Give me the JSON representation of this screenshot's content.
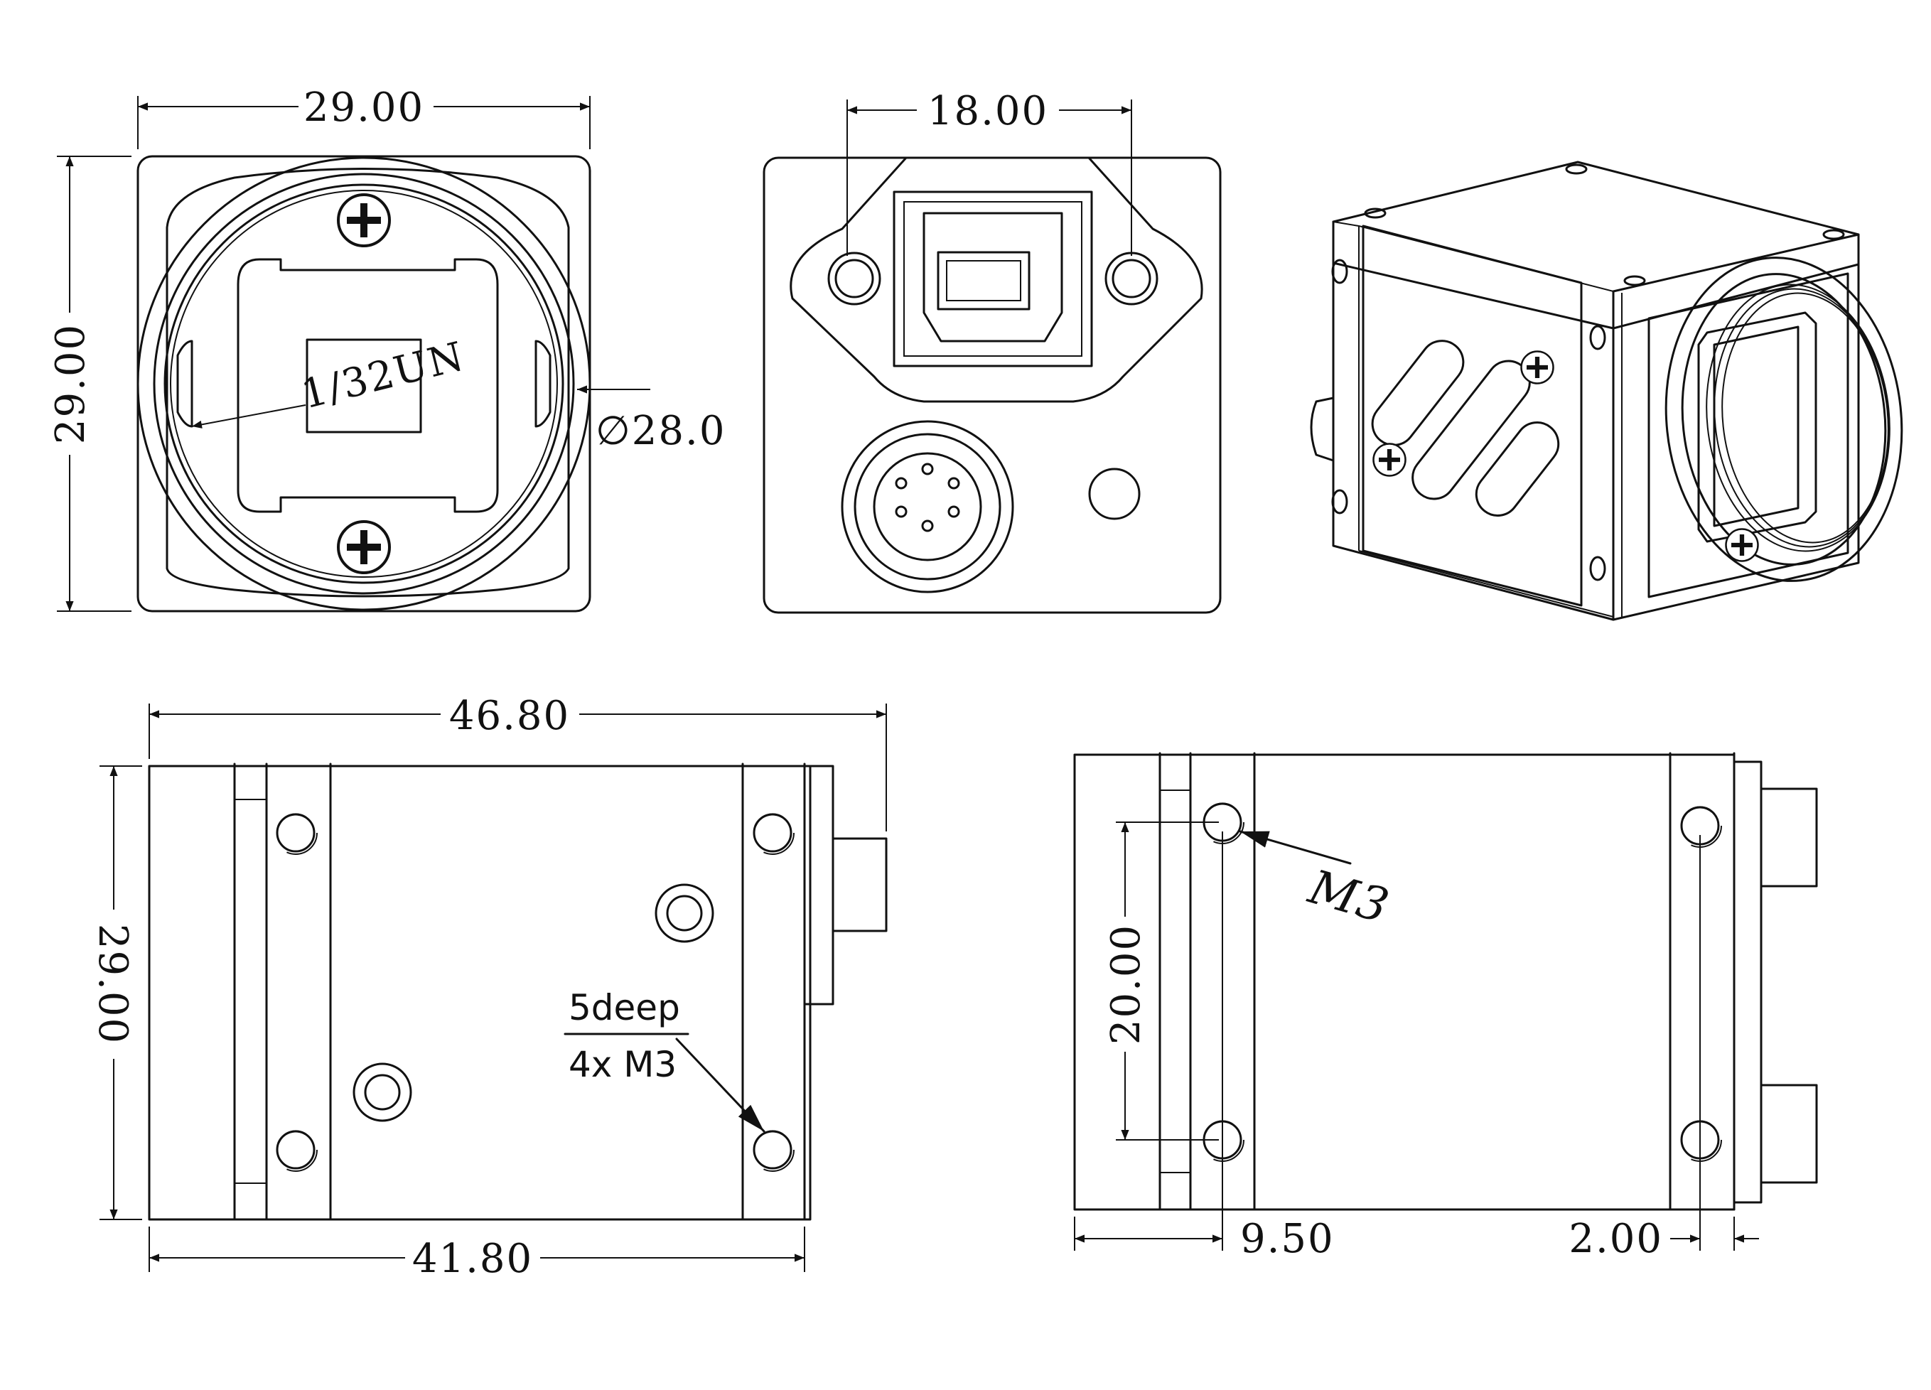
{
  "front_view": {
    "width_dim": "29.00",
    "height_dim": "29.00",
    "thread_label": "1/32UN",
    "diameter_label": "∅28.0"
  },
  "rear_view": {
    "hole_spacing_dim": "18.00"
  },
  "side_view_left": {
    "total_length_dim": "46.80",
    "body_length_dim": "41.80",
    "height_dim": "29.00",
    "note_depth": "5deep",
    "note_holes": "4x M3"
  },
  "side_view_right": {
    "hole_vertical_dim": "20.00",
    "hole_offset_left_dim": "9.50",
    "hole_offset_right_dim": "2.00",
    "screw_label": "M3"
  }
}
